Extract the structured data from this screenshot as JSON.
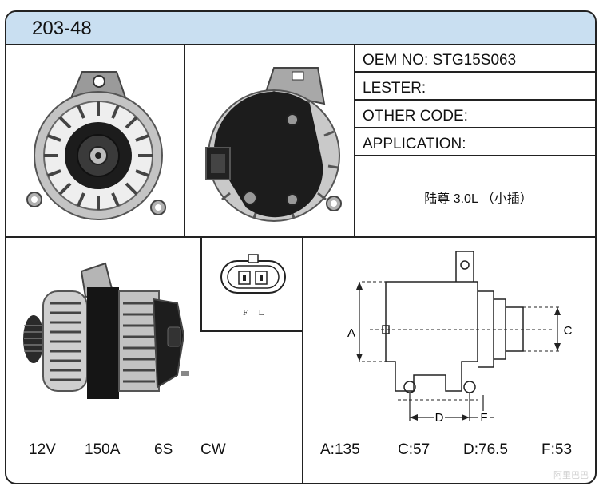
{
  "header": {
    "title": "203-48"
  },
  "info": {
    "oem": "OEM NO: STG15S063",
    "lester": "LESTER:",
    "other_code": "OTHER CODE:",
    "application": "APPLICATION:",
    "application_value": "陆尊 3.0L （小插）"
  },
  "connector": {
    "pin_left": "F",
    "pin_right": "L"
  },
  "diagram": {
    "label_a": "A",
    "label_c": "C",
    "label_d": "D",
    "label_f": "F"
  },
  "specs_left": {
    "voltage": "12V",
    "amperage": "150A",
    "pulley": "6S",
    "rotation": "CW"
  },
  "specs_right": {
    "a": "A:135",
    "c": "C:57",
    "d": "D:76.5",
    "f": "F:53"
  },
  "watermark": "阿里巴巴",
  "colors": {
    "header_bg": "#c9dff1",
    "border": "#222222",
    "metal": "#b8b8b8",
    "dark": "#1c1c1c"
  },
  "icons": [
    "alternator-front-photo",
    "alternator-rear-photo",
    "alternator-side-photo",
    "connector-icon",
    "dimension-diagram"
  ]
}
